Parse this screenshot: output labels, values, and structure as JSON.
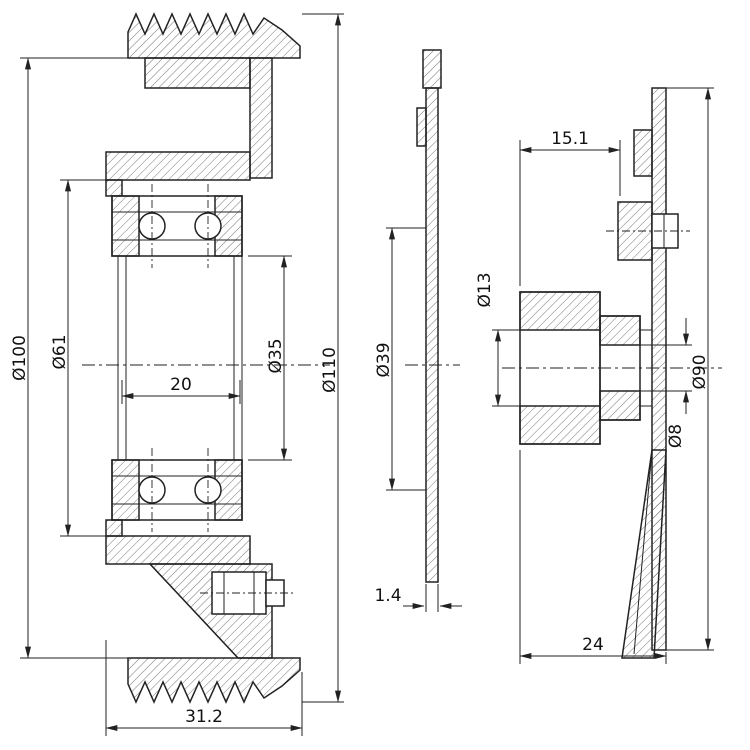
{
  "colors": {
    "line": "#222222",
    "background": "#ffffff",
    "hatch": "#555555"
  },
  "dims": {
    "left": {
      "groove_diameter": "Ø100",
      "bearing_seat_diameter": "Ø61",
      "bore_diameter": "Ø35",
      "outer_diameter": "Ø110",
      "bearing_width": "20",
      "overall_width": "31.2"
    },
    "middle": {
      "disc_diameter": "Ø39",
      "disc_thickness": "1.4"
    },
    "right": {
      "hub_offset": "15.1",
      "bore_diameter": "Ø13",
      "plate_diameter": "Ø90",
      "pilot_diameter": "Ø8",
      "overall_width": "24"
    }
  }
}
